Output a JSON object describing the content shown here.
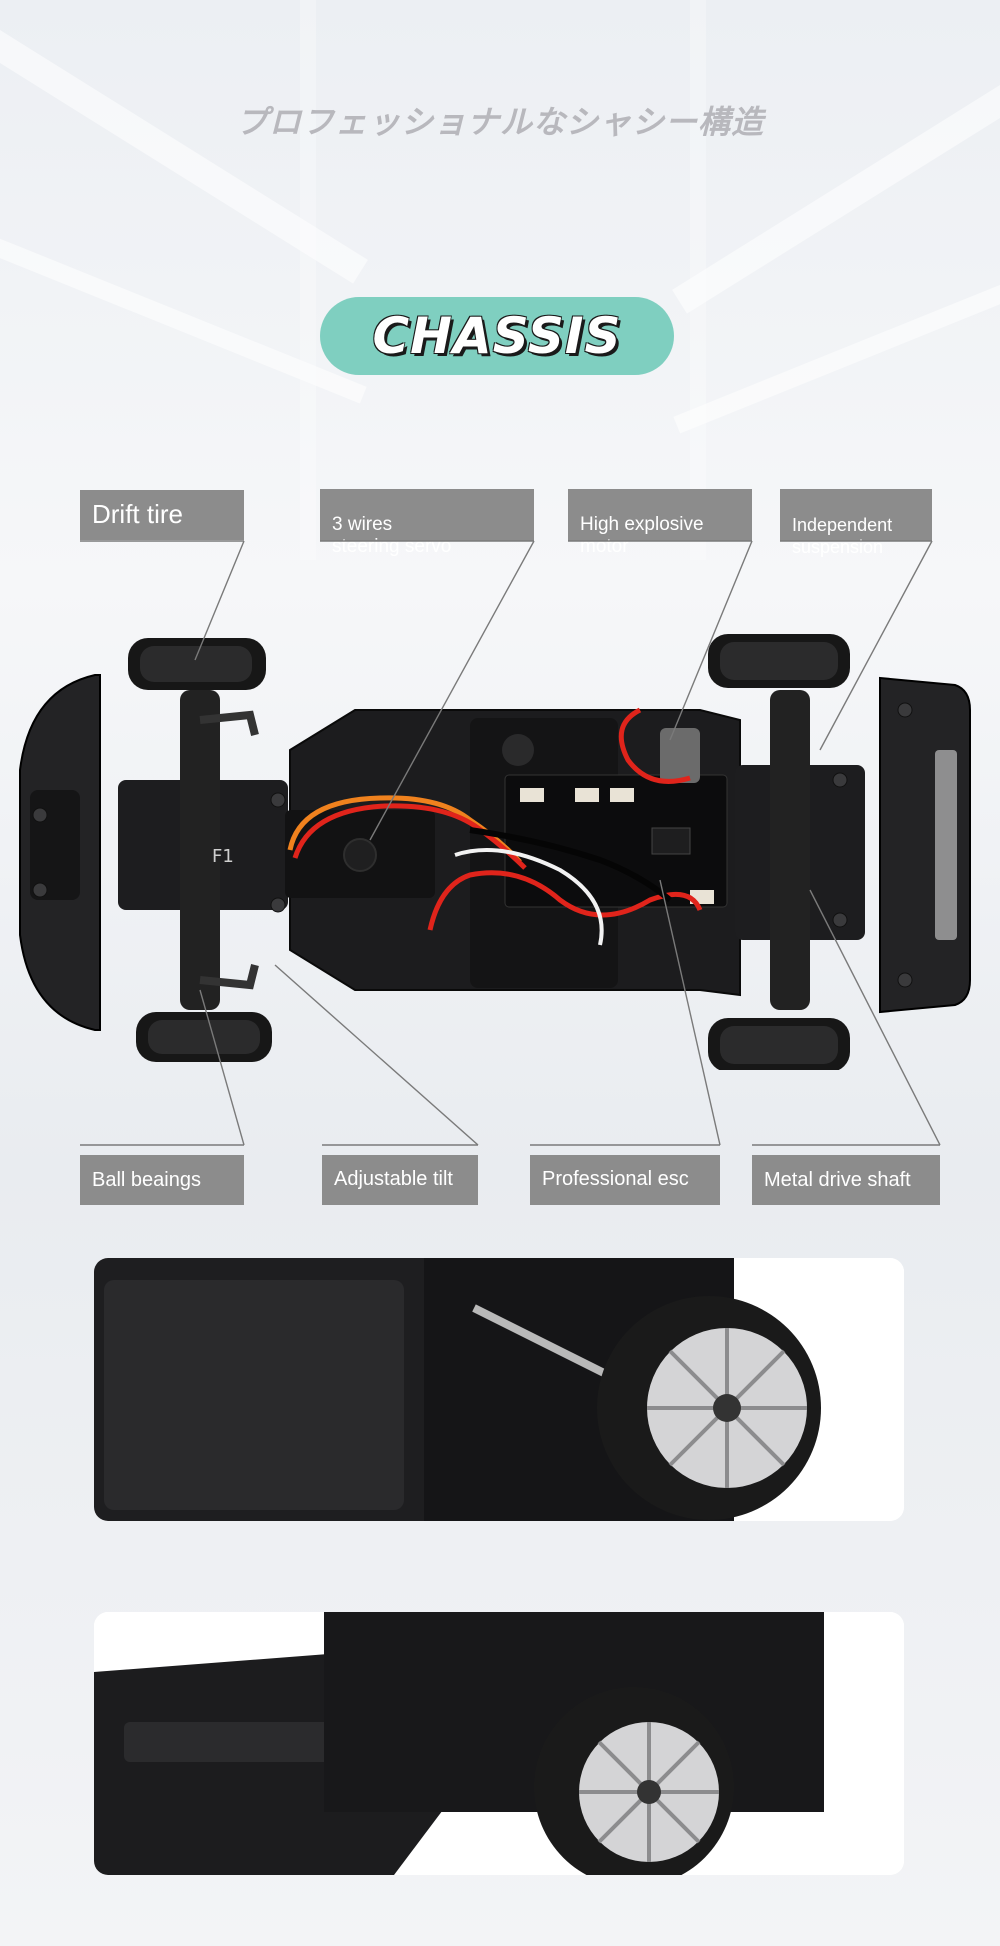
{
  "page": {
    "heading_jp": "プロフェッショナルなシャシー構造",
    "badge": "CHASSIS"
  },
  "labels": {
    "drift_tire": "Drift tire",
    "steering_servo": "3 wires\nsteering servo",
    "motor": "High explosive\n motor",
    "suspension": "Independent\nsuspension",
    "ball_bearings": "Ball beaings",
    "adjustable_tilt": "Adjustable tilt",
    "professional_esc": "Professional esc",
    "drive_shaft": "Metal drive shaft"
  },
  "chassis": {
    "front_marking": "F1"
  },
  "colors": {
    "badge": "#7fcfc0",
    "label_bg": "#8c8c8c",
    "heading": "#b8b8bd",
    "chassis": "#1c1c1e",
    "wire_red": "#e0241b",
    "wire_orange": "#f0821e"
  }
}
